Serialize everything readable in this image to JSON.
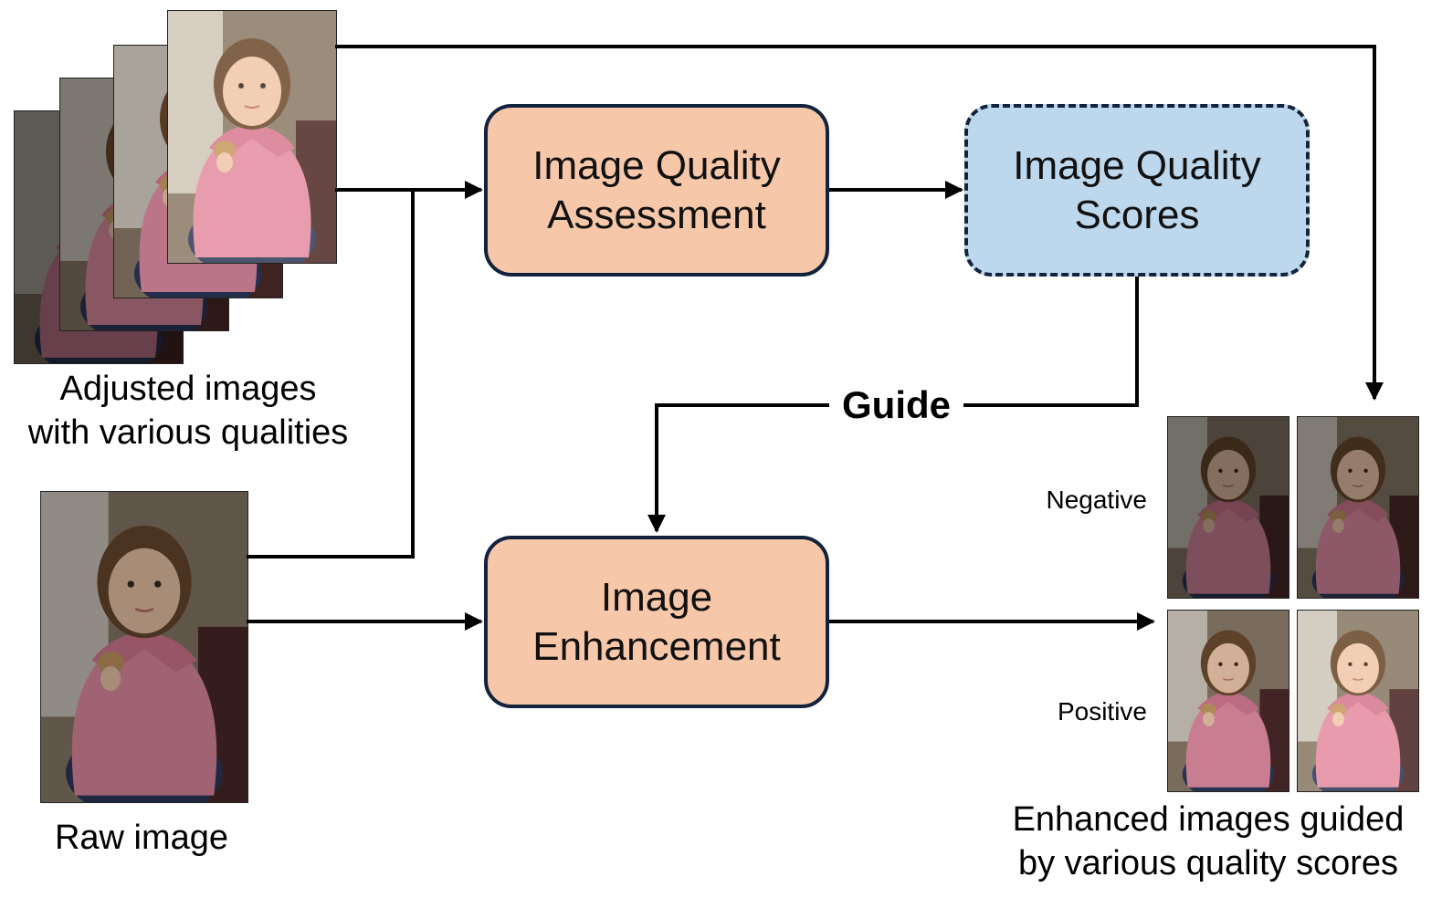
{
  "diagram": {
    "adjusted_caption_line1": "Adjusted images",
    "adjusted_caption_line2": "with various qualities",
    "raw_caption": "Raw image",
    "iqa_box_line1": "Image Quality",
    "iqa_box_line2": "Assessment",
    "scores_box_line1": "Image Quality",
    "scores_box_line2": "Scores",
    "enhance_box_line1": "Image",
    "enhance_box_line2": "Enhancement",
    "guide_label": "Guide",
    "negative_label": "Negative",
    "positive_label": "Positive",
    "enhanced_caption_line1": "Enhanced images guided",
    "enhanced_caption_line2": "by various quality scores"
  },
  "colors": {
    "process_fill": "#f6c8a9",
    "scores_fill": "#bdd7ec",
    "border": "#14233d",
    "arrow": "#000000"
  }
}
